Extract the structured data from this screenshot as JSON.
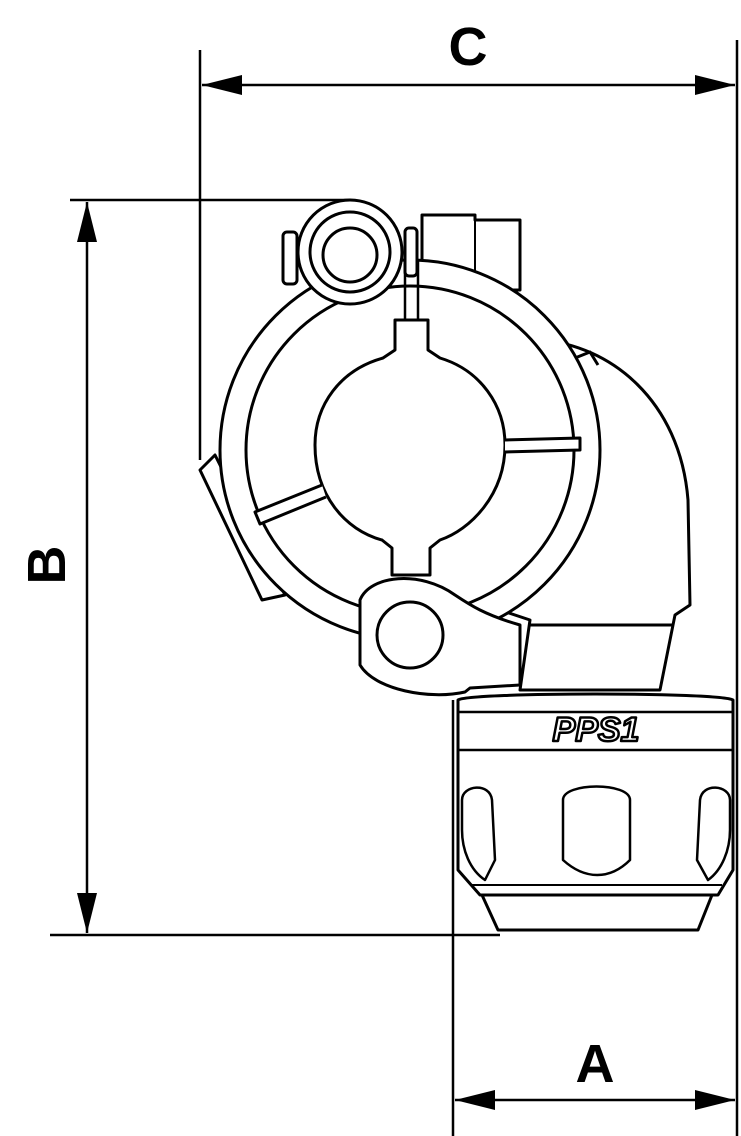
{
  "dimensions": {
    "a_label": "A",
    "b_label": "B",
    "c_label": "C"
  },
  "part": {
    "logo_text": "PPS1"
  },
  "colors": {
    "line": "#000000",
    "background": "#ffffff"
  }
}
